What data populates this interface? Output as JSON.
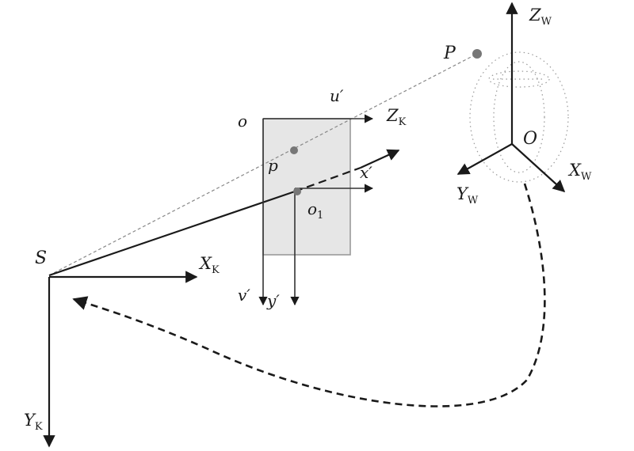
{
  "labels": {
    "S": "S",
    "XK_main": "X",
    "XK_sub": "K",
    "YK_main": "Y",
    "YK_sub": "K",
    "ZK_main": "Z",
    "ZK_sub": "K",
    "o": "o",
    "u_prime": "u′",
    "v_prime": "v′",
    "p": "p",
    "o1_main": "o",
    "o1_sub": "1",
    "x_prime": "x′",
    "y_prime": "y′",
    "P": "P",
    "O": "O",
    "ZW_main": "Z",
    "ZW_sub": "W",
    "XW_main": "X",
    "XW_sub": "W",
    "YW_main": "Y",
    "YW_sub": "W"
  },
  "colors": {
    "ink": "#1a1a1a",
    "image_plane_fill": "#e6e6e6",
    "image_plane_stroke": "#9a9a9a",
    "point_fill": "#777777"
  }
}
